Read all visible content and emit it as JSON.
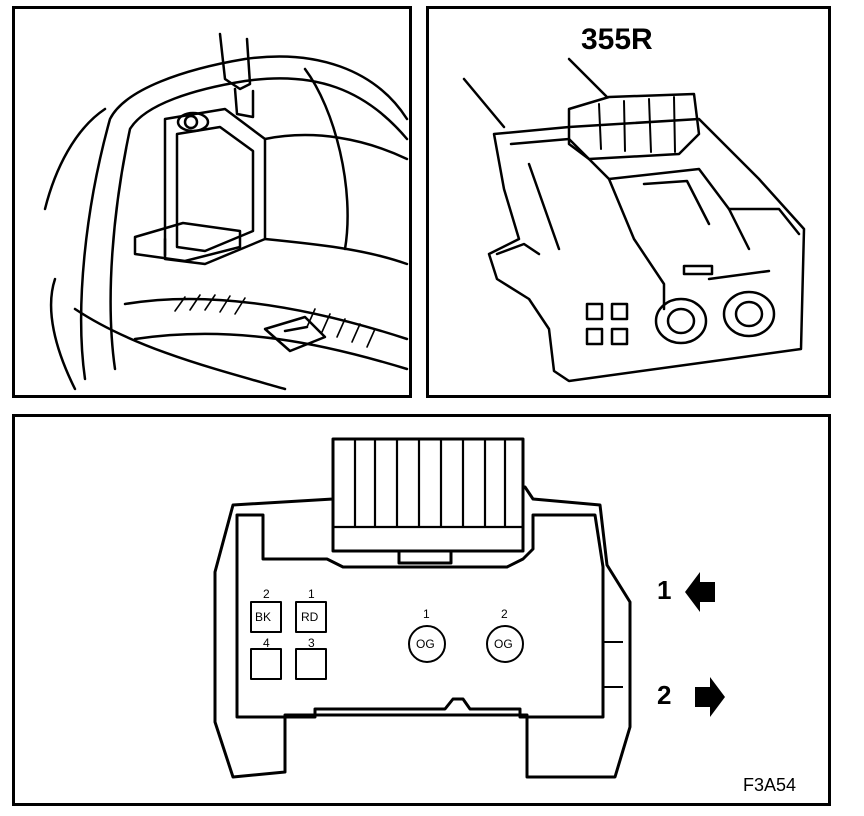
{
  "connector": {
    "id": "355R"
  },
  "pins": [
    {
      "num": "2",
      "color": "BK"
    },
    {
      "num": "1",
      "color": "RD"
    },
    {
      "num": "4",
      "color": ""
    },
    {
      "num": "3",
      "color": ""
    },
    {
      "num": "1",
      "color": "OG"
    },
    {
      "num": "2",
      "color": "OG"
    }
  ],
  "arrows": [
    {
      "num": "1",
      "direction": "left"
    },
    {
      "num": "2",
      "direction": "right"
    }
  ],
  "figure_code": "F3A54"
}
